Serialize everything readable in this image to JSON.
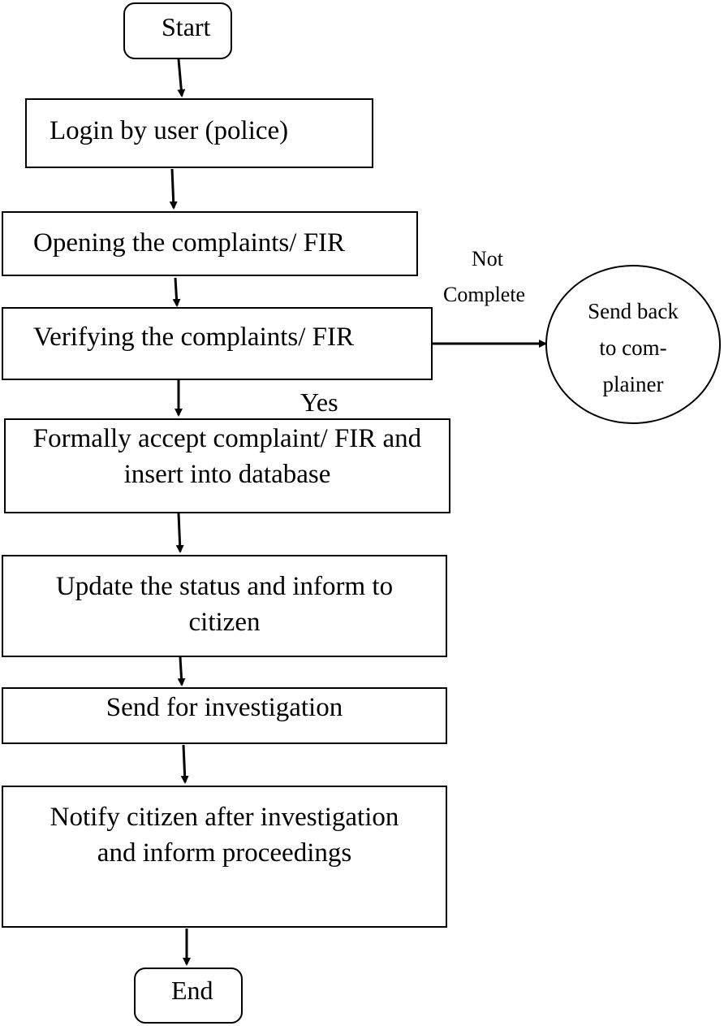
{
  "flowchart": {
    "start_label": "Start",
    "steps": [
      "Login by user (police)",
      "Opening the complaints/ FIR",
      "Verifying the complaints/ FIR",
      "Formally accept complaint/ FIR and",
      "insert into database",
      "Update the status and inform to",
      "citizen",
      "Send for investigation",
      "Notify citizen after investigation",
      "and inform proceedings"
    ],
    "end_label": "End",
    "branch": {
      "no_label_line1": "Not",
      "no_label_line2": "Complete",
      "yes_label": "Yes",
      "reject_line1": "Send back",
      "reject_line2": "to com-",
      "reject_line3": "plainer"
    }
  }
}
